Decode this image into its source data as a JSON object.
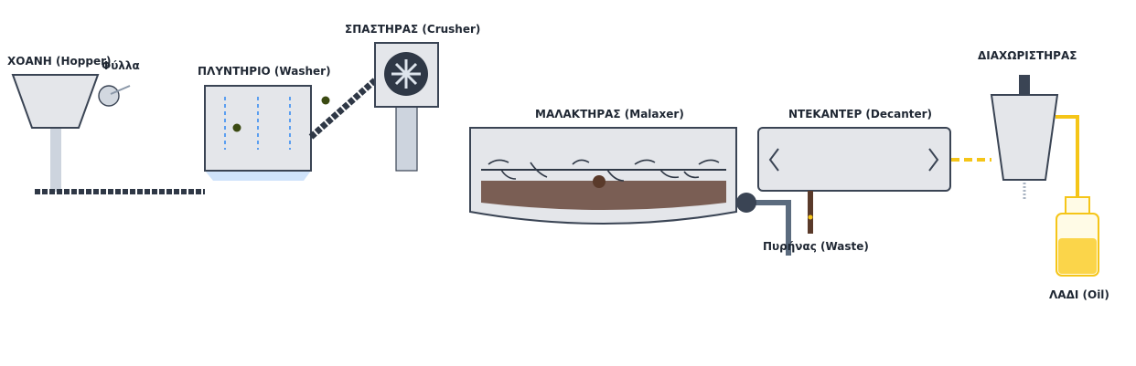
{
  "labels": {
    "hopper": "ΧΟΑΝΗ (Hopper)",
    "leaves": "Φύλλα",
    "washer": "ΠΛΥΝΤΗΡΙΟ (Washer)",
    "crusher": "ΣΠΑΣΤΗΡΑΣ (Crusher)",
    "malaxer": "ΜΑΛΑΚΤΗΡΑΣ (Malaxer)",
    "decanter": "ΝΤΕΚΑΝΤΕΡ (Decanter)",
    "waste": "Πυρήνας (Waste)",
    "separator": "ΔΙΑΧΩΡΙΣΤΗΡΑΣ",
    "oil": "ΛΑΔΙ (Oil)"
  },
  "colors": {
    "machine_fill": "#e4e6ea",
    "outline": "#3a4454",
    "belt": "#2f3846",
    "pillar": "#cdd4de",
    "water": "#5a9ef0",
    "water_tray": "#cfe3fb",
    "olive": "#3b4a12",
    "paste": "#7a5e54",
    "waste_pipe": "#5a3a2a",
    "pipe": "#5b6b7e",
    "oil": "#f5c518",
    "oil_fill": "#fbd54a"
  }
}
